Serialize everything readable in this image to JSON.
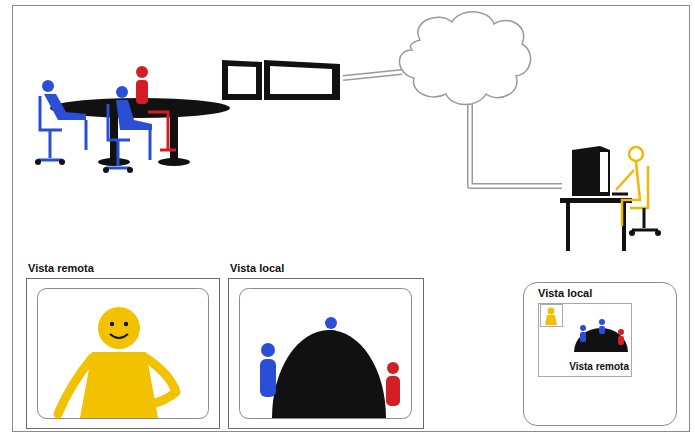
{
  "diagram": {
    "nodes": [
      {
        "text": [
          "Vista remota"
        ]
      },
      {
        "text": [
          "Vista local"
        ]
      },
      {
        "text": [
          "Vista local"
        ]
      },
      {
        "text": [
          "Vista remota"
        ],
        "in": 2
      }
    ]
  }
}
